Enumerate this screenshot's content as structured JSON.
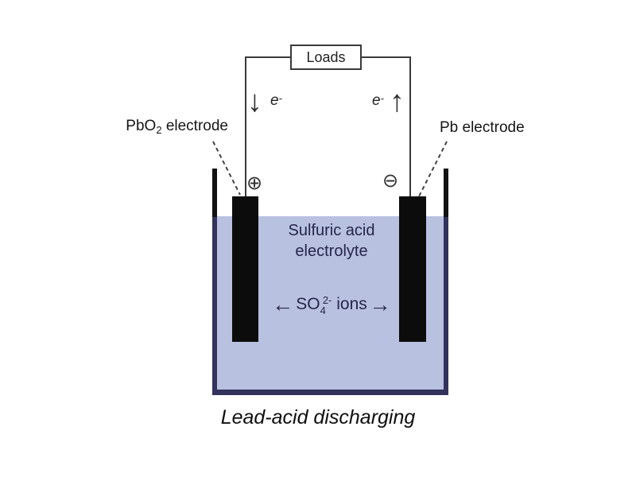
{
  "loads_box": {
    "label": "Loads"
  },
  "circuit": {
    "left_electron": {
      "symbol": "e",
      "charge": "-"
    },
    "right_electron": {
      "symbol": "e",
      "charge": "-"
    }
  },
  "icons": {
    "electron_down_arrow": "↓",
    "electron_up_arrow": "↑",
    "positive_terminal": "⊕",
    "negative_terminal": "⊖",
    "ions_left_arrow": "←",
    "ions_right_arrow": "→"
  },
  "labels": {
    "left_electrode": {
      "formula": "PbO",
      "subscript": "2",
      "rest": " electrode"
    },
    "right_electrode": "Pb electrode"
  },
  "electrolyte": {
    "line1": "Sulfuric acid",
    "line2": "electrolyte"
  },
  "ions": {
    "formula": "SO",
    "subscript": "4",
    "superscript": "2-",
    "rest": " ions"
  },
  "caption": "Lead-acid discharging",
  "colors": {
    "electrolyte_fill": "#b8c1e0",
    "submerged_wall": "#32325c",
    "wall": "#121212",
    "wire": "#3a3a3a",
    "electrolyte_text": "#26264a"
  }
}
